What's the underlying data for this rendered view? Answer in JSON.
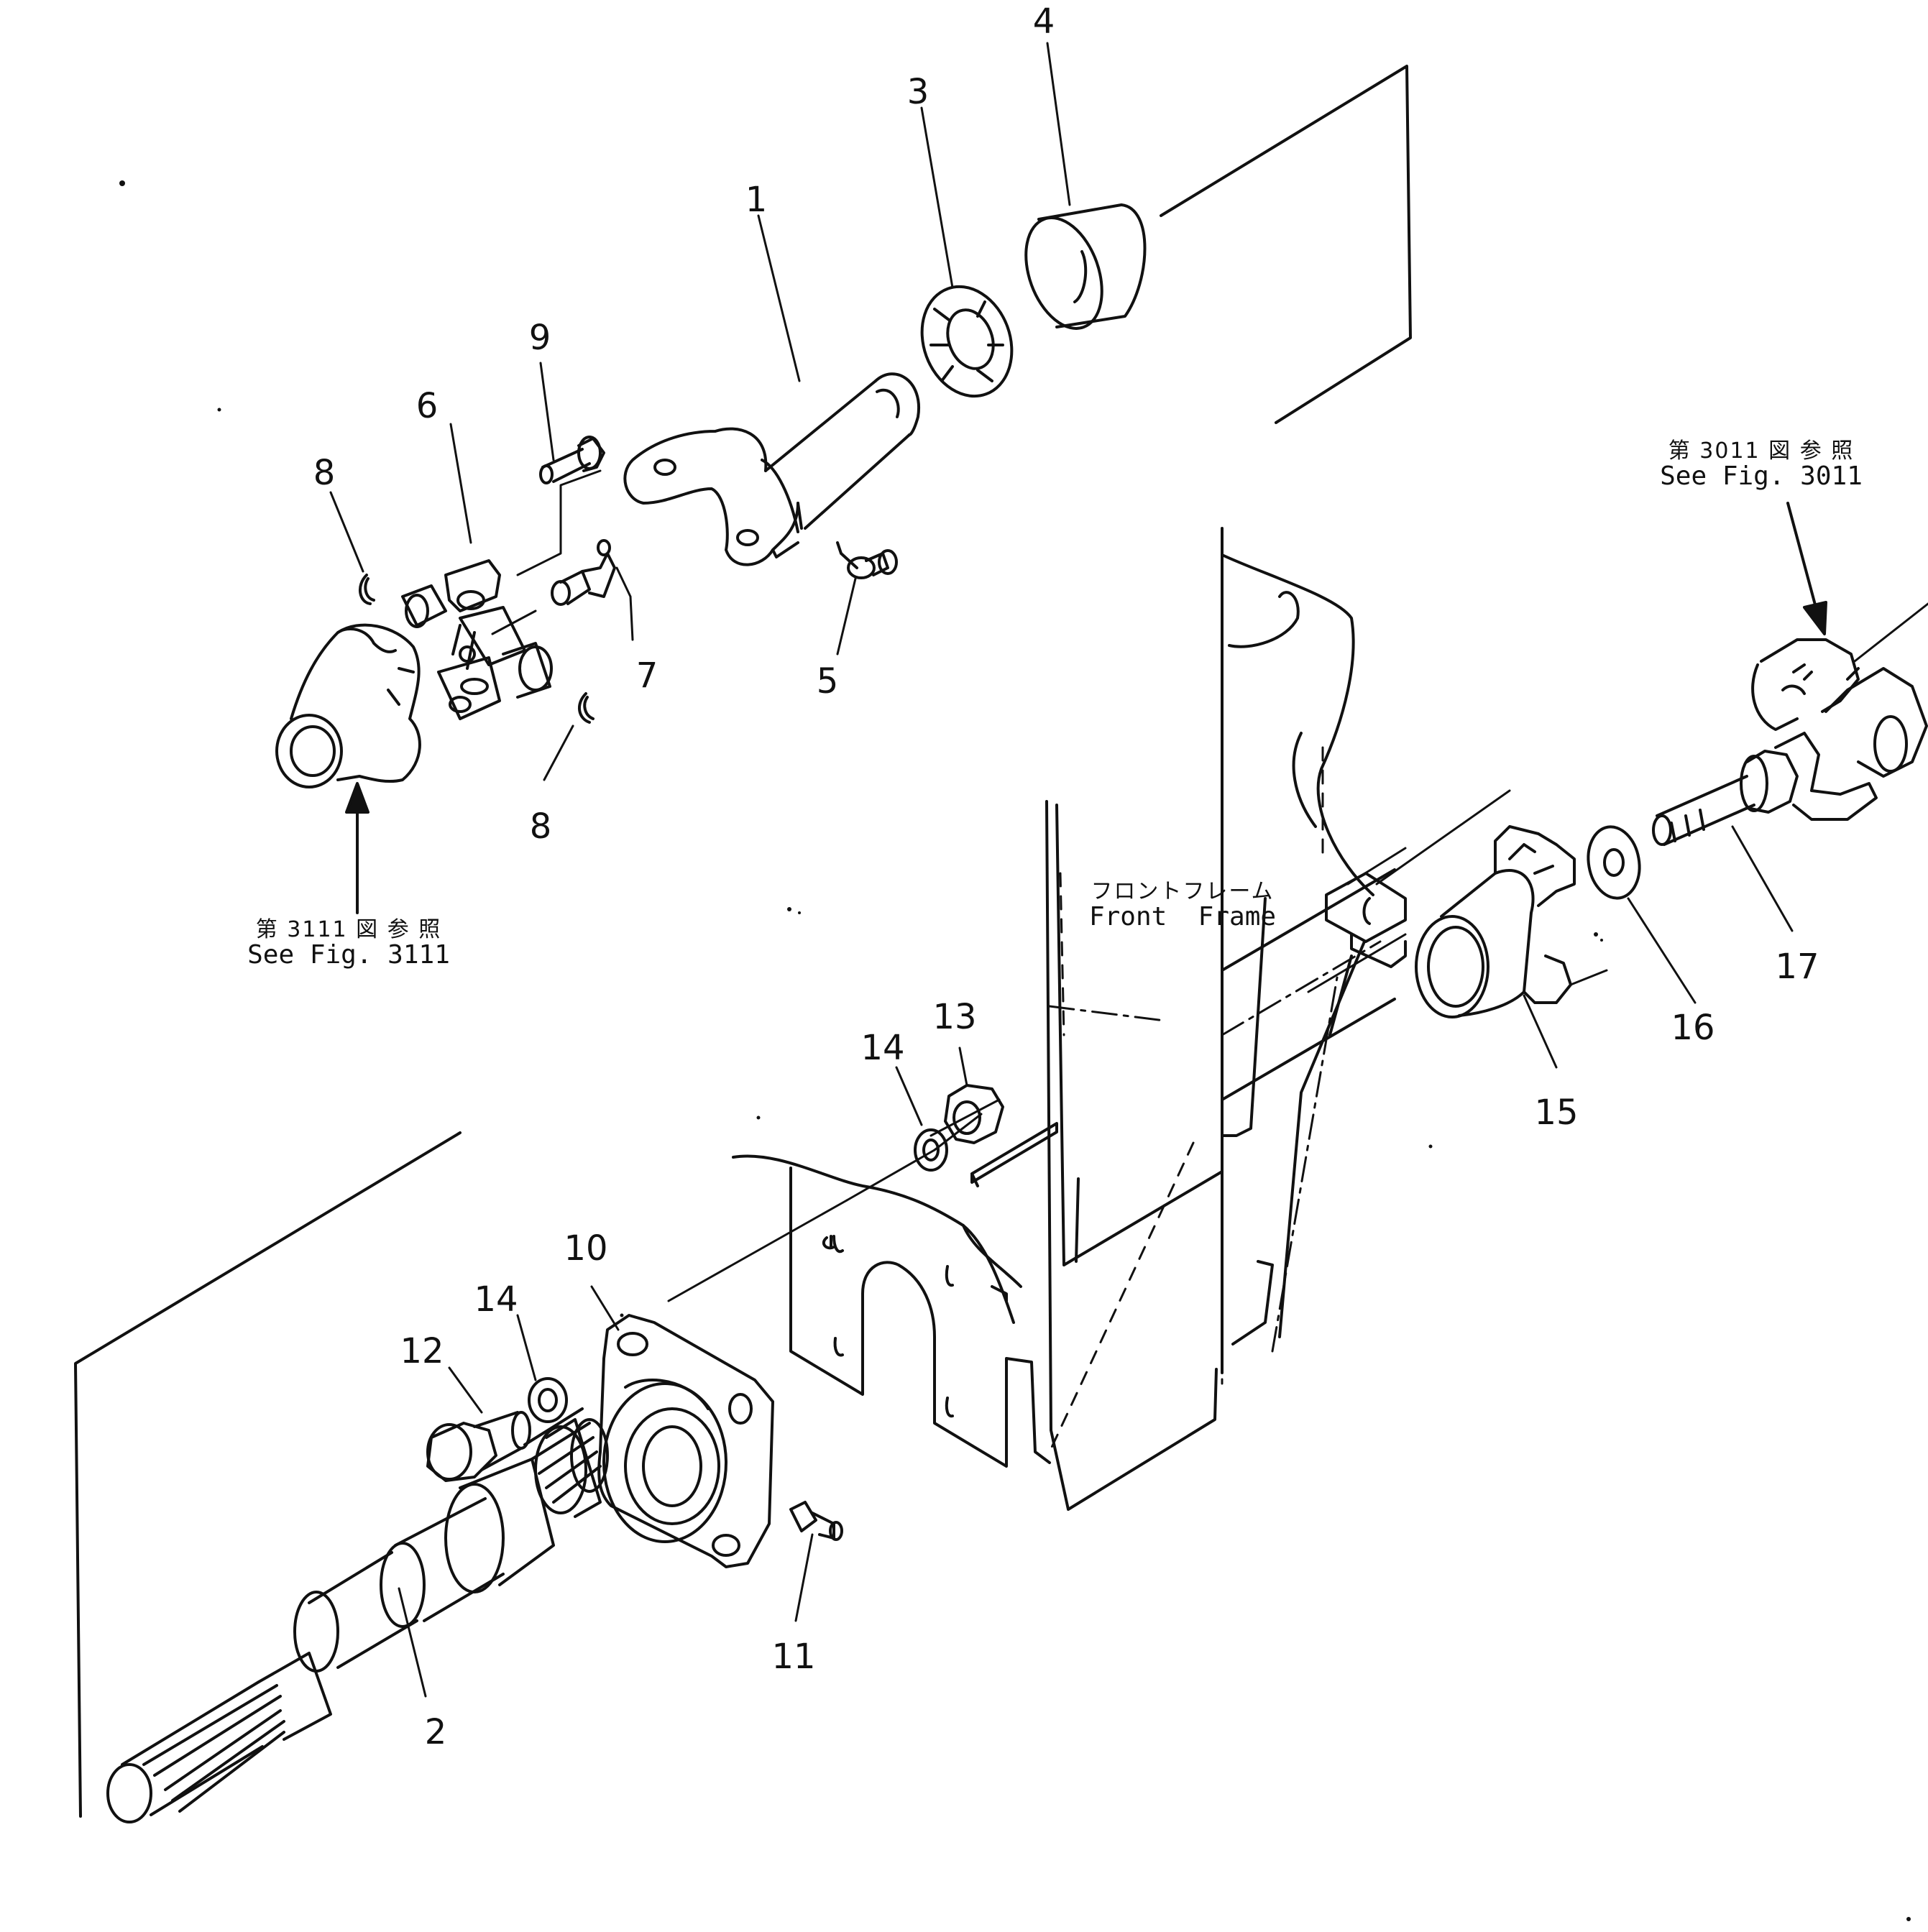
{
  "diagram": {
    "callouts": [
      "1",
      "2",
      "3",
      "4",
      "5",
      "6",
      "7",
      "8",
      "8",
      "9",
      "10",
      "11",
      "12",
      "13",
      "14",
      "14",
      "15",
      "16",
      "17"
    ],
    "notes": {
      "ref_3111_jp": "第 3111 図 参 照",
      "ref_3111_en": "See Fig. 3111",
      "ref_3011_jp": "第 3011 図 参 照",
      "ref_3011_en": "See Fig. 3011",
      "front_frame_jp": "フロントフレーム",
      "front_frame_en": "Front  Frame"
    }
  },
  "colors": {
    "line": "#111111",
    "background": "#ffffff"
  }
}
